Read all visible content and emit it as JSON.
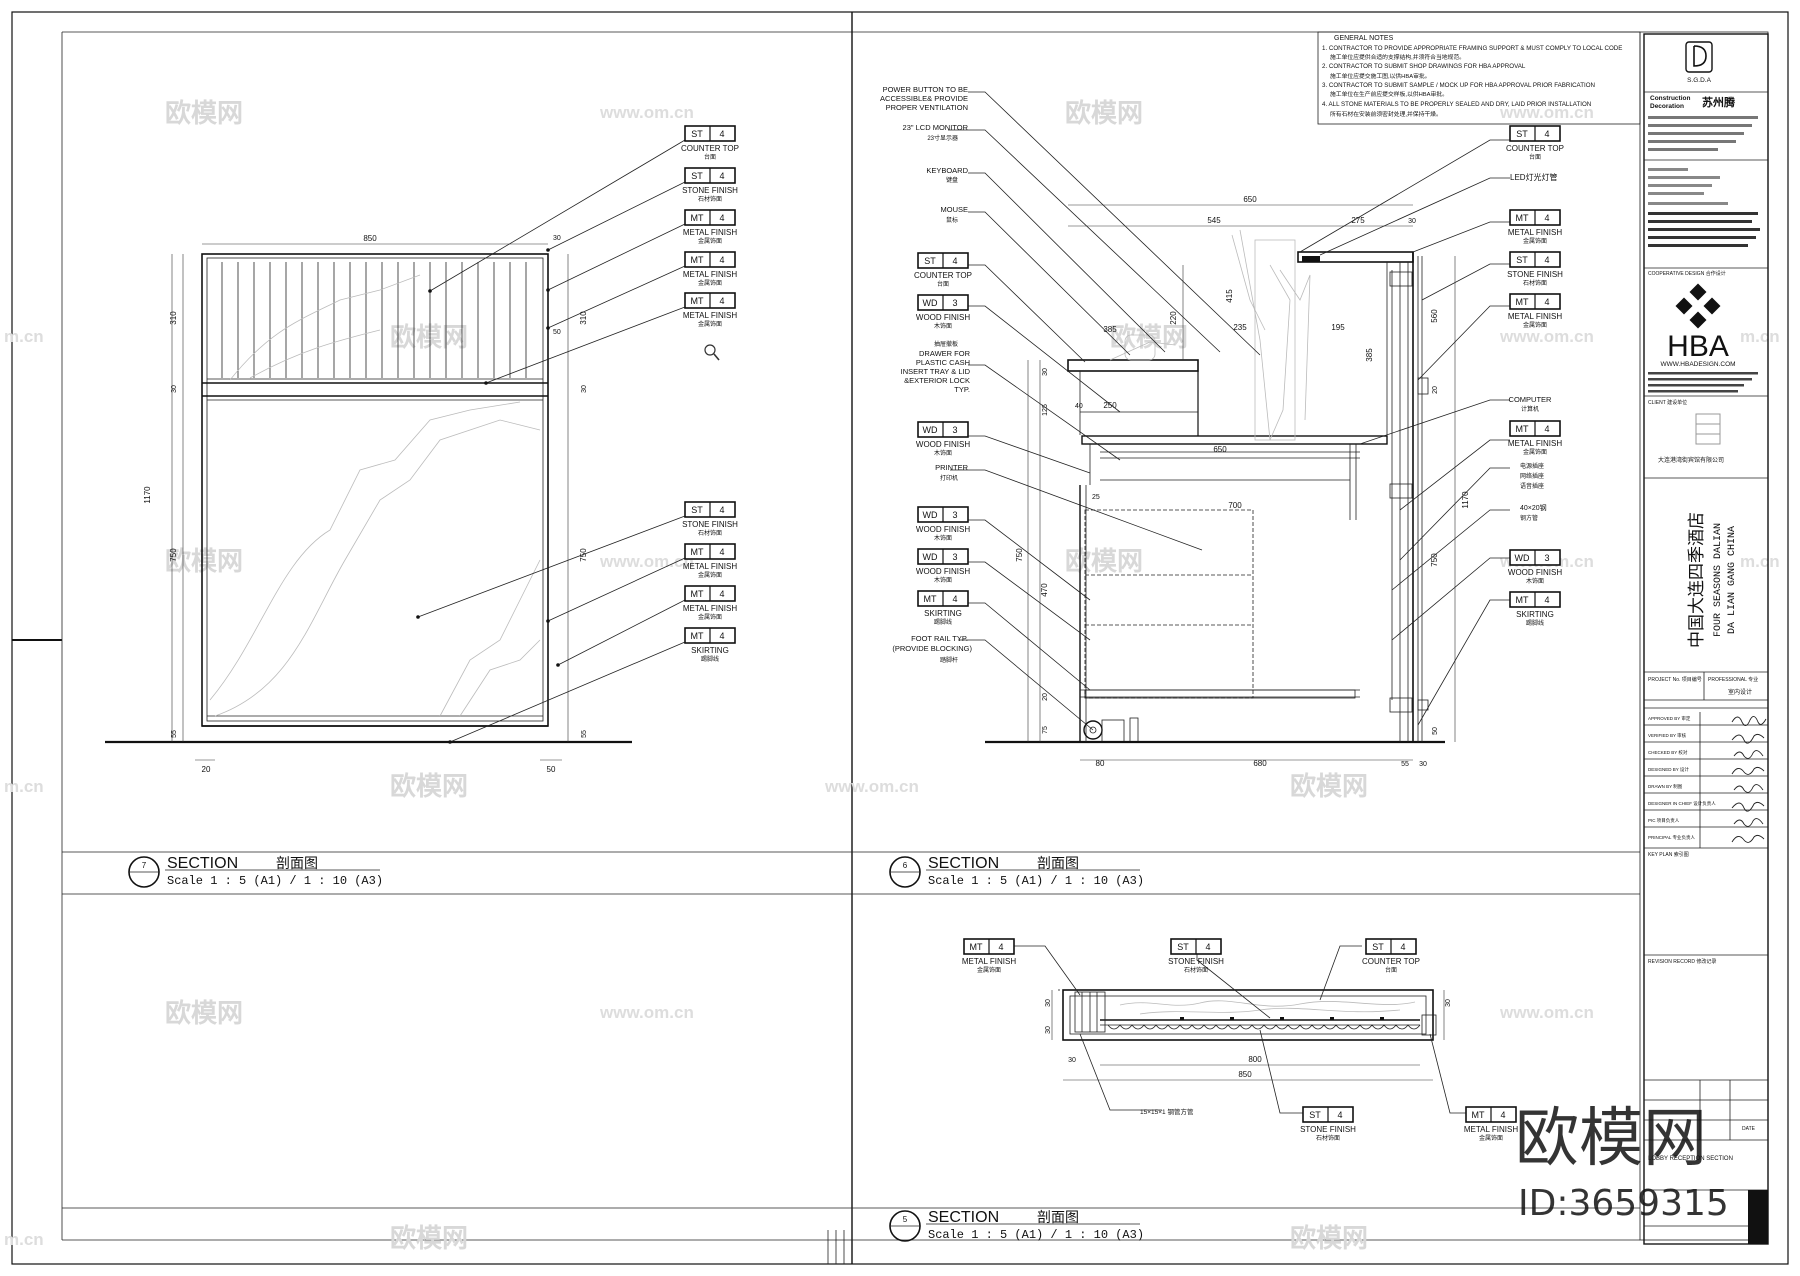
{
  "tag_codes": {
    "st": "ST",
    "mt": "MT",
    "wd": "WD",
    "n4": "4",
    "n3": "3"
  },
  "finishes": {
    "counter_top": "COUNTER TOP",
    "counter_top_cn": "台面",
    "stone_finish": "STONE FINISH",
    "stone_finish_cn": "石材饰面",
    "metal_finish": "METAL FINISH",
    "metal_finish_cn": "金属饰面",
    "wood_finish": "WOOD FINISH",
    "wood_finish_cn": "木饰面",
    "skirting": "SKIRTING",
    "skirting_cn": "踢脚线"
  },
  "section7": {
    "title": "SECTION",
    "title_cn": "剖面图",
    "number": "7",
    "scale": "Scale 1 : 5 (A1) / 1 : 10 (A3)",
    "dims": {
      "top_width": "850",
      "h1170": "1170",
      "h310": "310",
      "h30": "30",
      "h750": "750",
      "h55": "55",
      "w20": "20",
      "w50": "50",
      "w50b": "50",
      "h30b": "30"
    }
  },
  "section6": {
    "title": "SECTION",
    "title_cn": "剖面图",
    "number": "6",
    "scale": "Scale 1 : 5 (A1) / 1 : 10 (A3)",
    "labels": {
      "power": [
        "POWER BUTTON TO BE",
        "ACCESSIBLE& PROVIDE",
        "PROPER VENTILATION"
      ],
      "lcd": "23\" LCD MONITOR",
      "lcd_cn": "23寸显示器",
      "keyboard": "KEYBOARD",
      "keyboard_cn": "键盘",
      "mouse": "MOUSE",
      "mouse_cn": "鼠标",
      "drawer_cn": "抽屉撤板",
      "drawer": [
        "DRAWER FOR",
        "PLASTIC CASH",
        "INSERT TRAY & LID",
        "&EXTERIOR LOCK",
        "TYP."
      ],
      "printer": "PRINTER",
      "printer_cn": "打印机",
      "footrail": [
        "FOOT RAIL TYP.",
        "(PROVIDE BLOCKING)"
      ],
      "footrail_cn": "踏脚杆",
      "led": "LED灯光灯管",
      "computer": "COMPUTER",
      "computer_cn": "计算机",
      "wires": [
        "电源插座",
        "网络插座",
        "语音插座"
      ],
      "tube": "40×20钢",
      "tube_cn": "钢方管"
    },
    "dims": {
      "top": "650",
      "d545": "545",
      "d275": "275",
      "d30": "30",
      "d220": "220",
      "d415": "415",
      "d235": "235",
      "d195": "195",
      "d385": "385",
      "d250": "250",
      "d650b": "650",
      "d700": "700",
      "d40": "40",
      "d560": "560",
      "d1170": "1170",
      "d750": "750",
      "d470": "470",
      "d80": "80",
      "d680": "680",
      "d30b": "30",
      "d20": "20",
      "d75": "75",
      "d125": "125",
      "d25": "25",
      "d20b": "20",
      "d55": "55",
      "d50": "50",
      "d30c": "30",
      "d385b": "385",
      "d750b": "750"
    }
  },
  "section5": {
    "title": "SECTION",
    "title_cn": "剖面图",
    "number": "5",
    "scale": "Scale 1 : 5 (A1) / 1 : 10 (A3)",
    "pipe": "15×15×1 钢管方管",
    "dims": {
      "d800": "800",
      "d850": "850",
      "d30": "30",
      "d30b": "30",
      "d30c": "30",
      "d30d": "30"
    }
  },
  "general_notes": {
    "title": "GENERAL NOTES",
    "items": [
      "1. CONTRACTOR TO PROVIDE APPROPRIATE FRAMING SUPPORT & MUST COMPLY TO LOCAL CODE",
      "施工单位应提供合适的支撑结构,并须符合当地规范。",
      "2. CONTRACTOR TO SUBMIT SHOP DRAWINGS FOR HBA APPROVAL",
      "施工单位应提交施工图,以供HBA审批。",
      "3. CONTRACTOR TO SUBMIT SAMPLE / MOCK UP FOR HBA APPROVAL PRIOR FABRICATION",
      "施工单位在生产前应提交样板,以供HBA审批。",
      "4. ALL STONE MATERIALS TO BE PROPERLY SEALED AND DRY, LAID PRIOR INSTALLATION",
      "所有石材在安装前须密封处理,并保持干燥。"
    ]
  },
  "title_block": {
    "sgda": "S.G.D.A",
    "company": [
      "Construction",
      "Decoration"
    ],
    "company_cn": "苏州腾",
    "hba": "HBA",
    "hba_site": "WWW.HBADESIGN.COM",
    "coop": "COOPERATIVE DESIGN 合作设计",
    "client_label": "CLIENT 建设单位",
    "client_name": "大连港湾街宾馆有限公司",
    "project_cn": "中国大连四季酒店",
    "project_en": [
      "FOUR SEASONS DALIAN",
      "DA LIAN GANG CHINA"
    ],
    "project_no": "PROJECT No. 项目编号",
    "professional": "PROFESSIONAL 专业",
    "interior": "室内设计",
    "roles": [
      "APPROVED BY 审定",
      "VERIFIED BY 审核",
      "CHECKED BY 校对",
      "DESIGNED BY 设计",
      "DRAWN BY 制图",
      "DESIGNER IN CHIEF 设计负责人",
      "PIC 项目负责人",
      "PRINCIPAL 专业负责人"
    ],
    "key_plan": "KEY PLAN 索引图",
    "revision": "REVISION RECORD 修改记录",
    "date": "DATE",
    "dwg_title": "LOBBY RECEPTION SECTION"
  },
  "watermark": {
    "cn": "欧模网",
    "url": "www.om.cn",
    "side": "m.cn",
    "big": "欧模网",
    "id": "ID:3659315"
  }
}
